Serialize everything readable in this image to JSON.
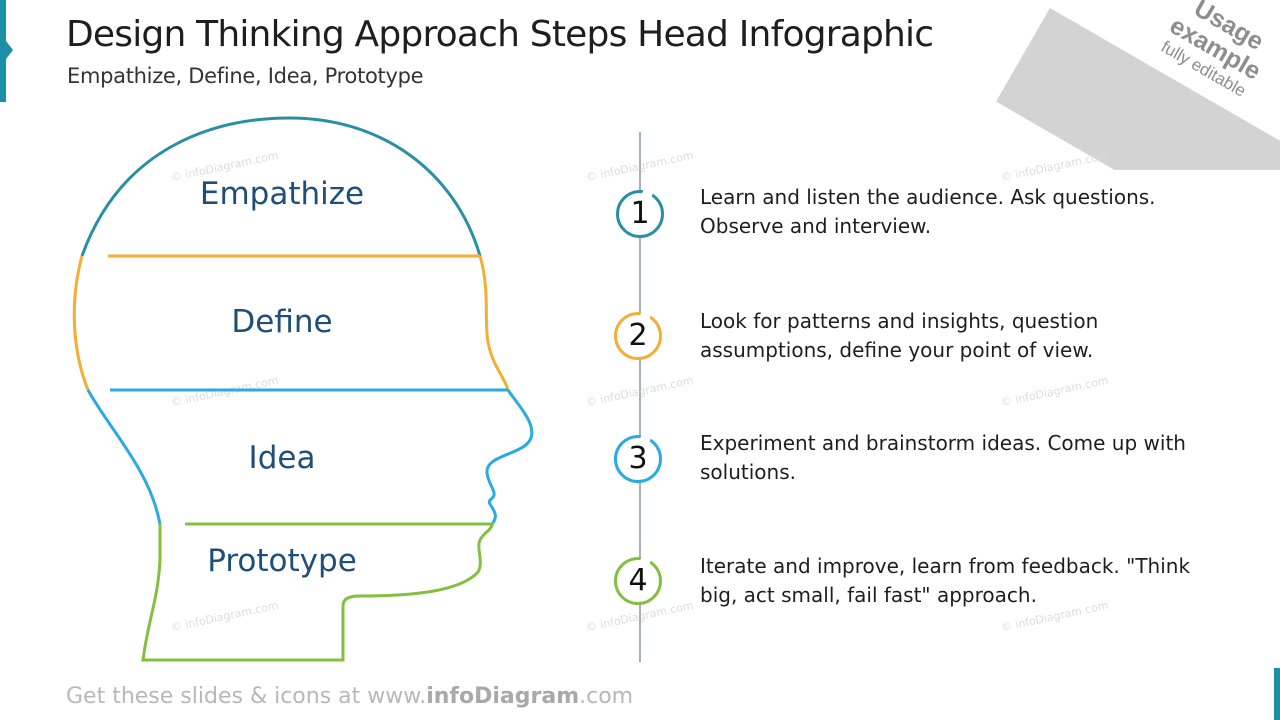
{
  "title": "Design Thinking Approach Steps Head Infographic",
  "subtitle": "Empathize, Define, Idea, Prototype",
  "ribbon": {
    "line1": "Usage",
    "line2": "example",
    "line3": "fully editable"
  },
  "colors": {
    "empathize": "#2a8fa3",
    "define": "#f2ae35",
    "idea": "#29abe2",
    "prototype": "#84bf41",
    "label": "#1f4e79"
  },
  "head_labels": [
    "Empathize",
    "Define",
    "Idea",
    "Prototype"
  ],
  "steps": [
    {
      "number": "1",
      "text": "Learn and listen the audience. Ask questions. Observe and interview."
    },
    {
      "number": "2",
      "text": "Look for patterns and insights, question assumptions, define your point of view."
    },
    {
      "number": "3",
      "text": "Experiment and brainstorm ideas. Come up with solutions."
    },
    {
      "number": "4",
      "text": "Iterate and improve, learn from feedback. \"Think big, act small, fail fast\" approach."
    }
  ],
  "watermark": "© infoDiagram.com",
  "footer": {
    "prefix": "Get these slides & icons at www.",
    "brand": "infoDiagram",
    "suffix": ".com"
  }
}
